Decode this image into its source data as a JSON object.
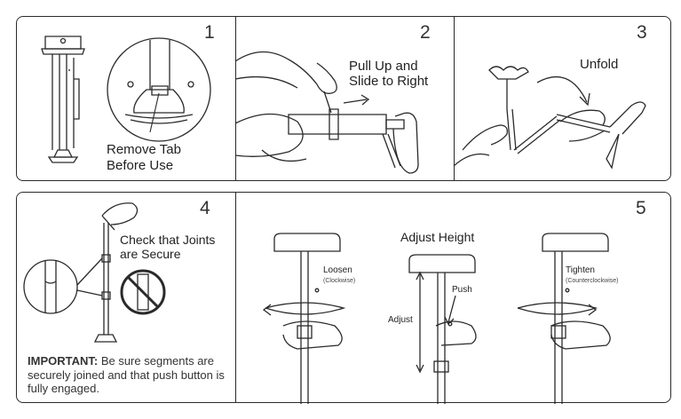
{
  "step1": {
    "number": "1",
    "label": [
      "Remove Tab",
      "Before Use"
    ]
  },
  "step2": {
    "number": "2",
    "label": [
      "Pull Up and",
      "Slide to Right"
    ]
  },
  "step3": {
    "number": "3",
    "label": "Unfold"
  },
  "step4": {
    "number": "4",
    "label": [
      "Check that Joints",
      "are Secure"
    ],
    "important_label": "IMPORTANT:",
    "important_text": " Be sure segments are securely joined and that push button is fully engaged."
  },
  "step5": {
    "number": "5",
    "title": "Adjust Height",
    "loosen": "Loosen",
    "loosen_note": "(Clockwise)",
    "tighten": "Tighten",
    "tighten_note": "(Counterclockwise)",
    "push": "Push",
    "adjust": "Adjust"
  },
  "colors": {
    "line": "#2a2a2a",
    "background": "#ffffff"
  }
}
